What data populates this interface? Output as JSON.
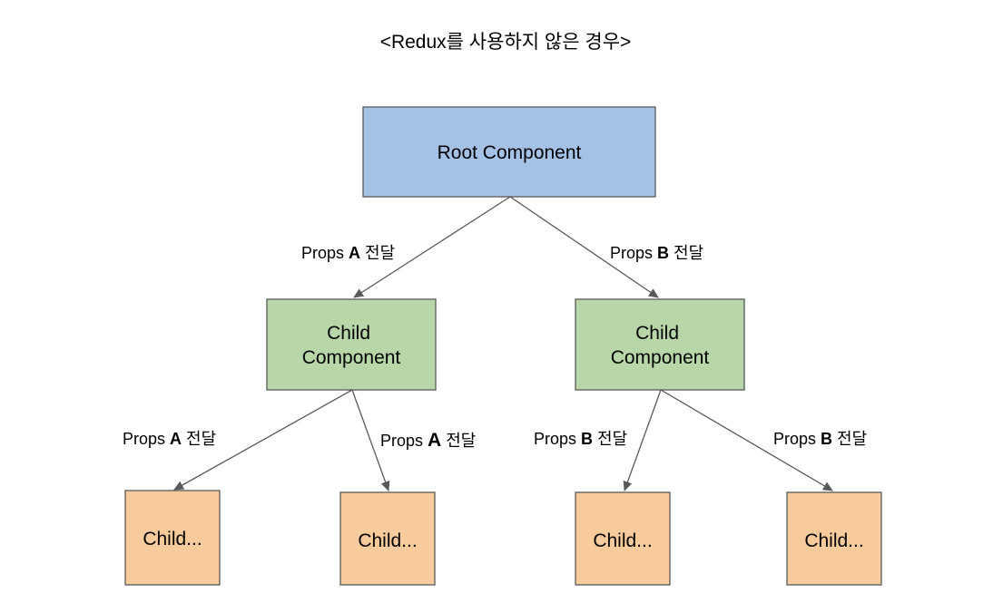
{
  "title": "<Redux를 사용하지 않은 경우>",
  "colors": {
    "root_fill": "#a4c2e6",
    "child_fill": "#b7d7a8",
    "leaf_fill": "#f8cb9c",
    "stroke": "#595959",
    "arrow": "#595959"
  },
  "nodes": {
    "root": {
      "label": "Root Component"
    },
    "child_a": {
      "line1": "Child",
      "line2": "Component"
    },
    "child_b": {
      "line1": "Child",
      "line2": "Component"
    },
    "leaf_1": {
      "label": "Child..."
    },
    "leaf_2": {
      "label": "Child..."
    },
    "leaf_3": {
      "label": "Child..."
    },
    "leaf_4": {
      "label": "Child..."
    }
  },
  "edges": {
    "root_to_a": {
      "prefix": "Props ",
      "key": "A",
      "suffix": " 전달"
    },
    "root_to_b": {
      "prefix": "Props ",
      "key": "B",
      "suffix": " 전달"
    },
    "a_to_leaf1": {
      "prefix": "Props ",
      "key": "A",
      "suffix": " 전달"
    },
    "a_to_leaf2": {
      "prefix": "Props ",
      "key": "A",
      "suffix": " 전달"
    },
    "b_to_leaf3": {
      "prefix": "Props ",
      "key": "B",
      "suffix": " 전달"
    },
    "b_to_leaf4": {
      "prefix": "Props ",
      "key": "B",
      "suffix": " 전달"
    }
  }
}
